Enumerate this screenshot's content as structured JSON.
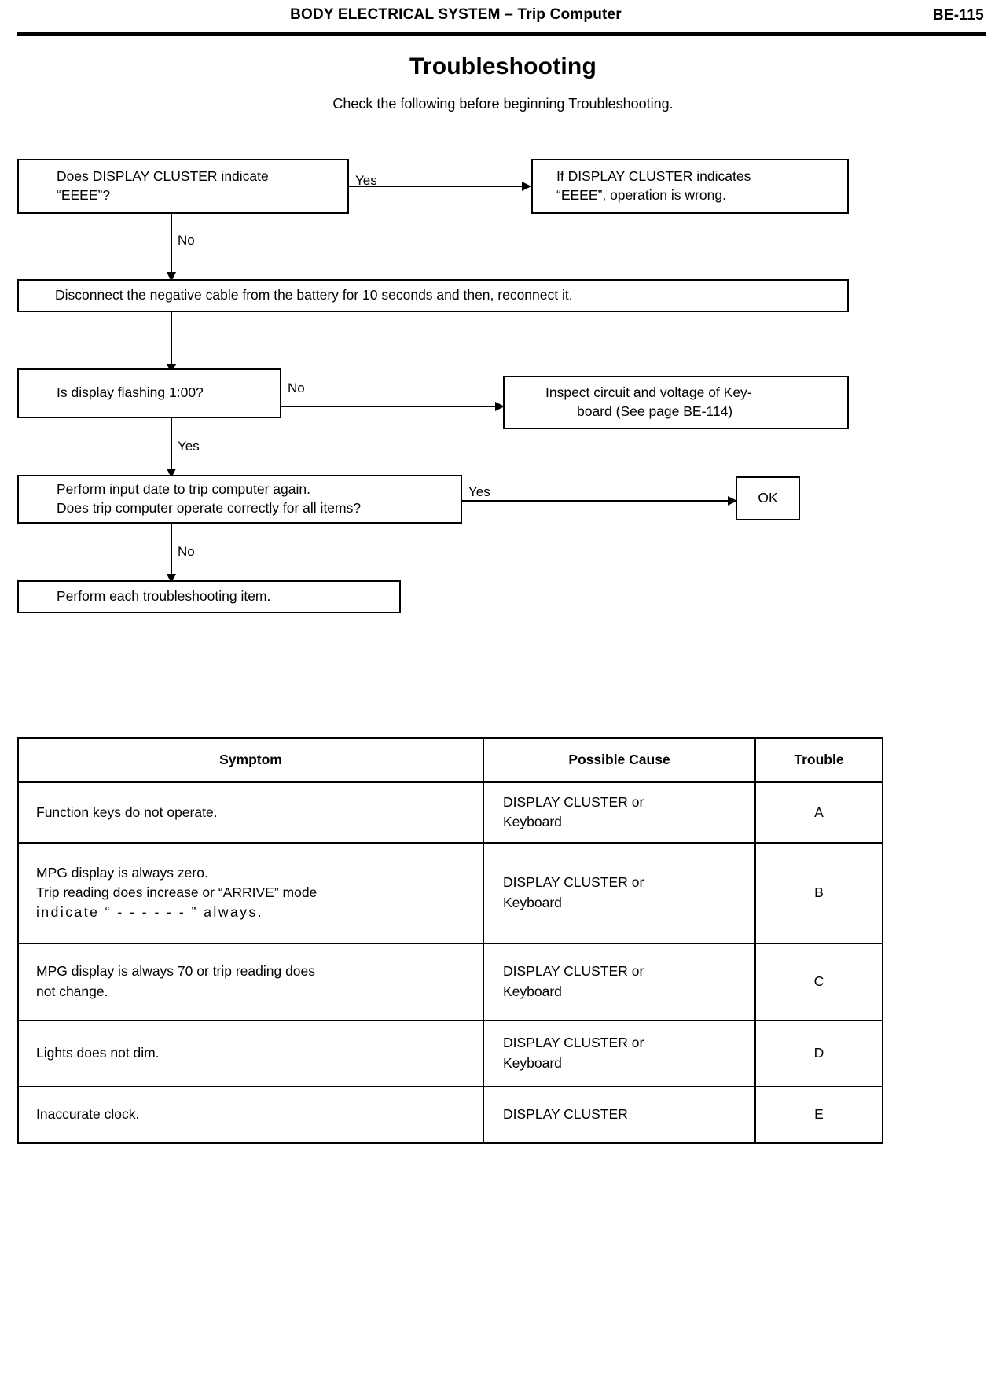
{
  "header": {
    "system_title": "BODY ELECTRICAL SYSTEM",
    "separator": "–",
    "section_title": "Trip Computer",
    "page_number": "BE-115"
  },
  "title": {
    "heading": "Troubleshooting",
    "subheading": "Check the following before beginning Troubleshooting."
  },
  "flowchart": {
    "boxes": {
      "q_eeee": {
        "line1": "Does DISPLAY  CLUSTER indicate",
        "line2": "“EEEE”?"
      },
      "eeee_result": {
        "line1": "If DISPLAY  CLUSTER indicates",
        "line2": "“EEEE”, operation is wrong."
      },
      "disconnect": {
        "line1": "Disconnect the negative cable from the battery for 10 seconds and then, reconnect it."
      },
      "q_flashing": {
        "line1": "Is display flashing 1:00?"
      },
      "inspect": {
        "line1": "Inspect circuit and voltage of Key-",
        "line2": "board (See page BE-114)"
      },
      "q_reinput": {
        "line1": "Perform input date to trip computer again.",
        "line2": "Does trip computer operate correctly for all items?"
      },
      "ok": {
        "line1": "OK"
      },
      "each_item": {
        "line1": "Perform each troubleshooting item."
      }
    },
    "edges": {
      "eeee_yes": "Yes",
      "eeee_no": "No",
      "flashing_no": "No",
      "flashing_yes": "Yes",
      "reinput_yes": "Yes",
      "reinput_no": "No"
    }
  },
  "table": {
    "columns": [
      "Symptom",
      "Possible Cause",
      "Trouble"
    ],
    "rows": [
      {
        "symptom": [
          "Function keys do not operate."
        ],
        "cause": [
          "DISPLAY  CLUSTER or",
          "Keyboard"
        ],
        "trouble": "A"
      },
      {
        "symptom": [
          "MPG display is always zero.",
          "Trip reading does increase or “ARRIVE” mode",
          "indicate “ - - - - - - ” always."
        ],
        "cause": [
          "DISPLAY  CLUSTER or",
          "Keyboard"
        ],
        "trouble": "B"
      },
      {
        "symptom": [
          "MPG display is always 70 or trip reading does",
          "not change."
        ],
        "cause": [
          "DISPLAY  CLUSTER or",
          "Keyboard"
        ],
        "trouble": "C"
      },
      {
        "symptom": [
          "Lights does not dim."
        ],
        "cause": [
          "DISPLAY  CLUSTER or",
          "Keyboard"
        ],
        "trouble": "D"
      },
      {
        "symptom": [
          "Inaccurate clock."
        ],
        "cause": [
          "DISPLAY  CLUSTER"
        ],
        "trouble": "E"
      }
    ]
  }
}
